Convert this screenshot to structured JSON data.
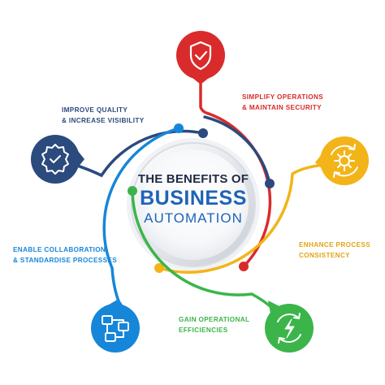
{
  "center": {
    "line1": "THE BENEFITS OF",
    "line2": "BUSINESS",
    "line3": "AUTOMATION"
  },
  "colors": {
    "red": "#d92b2b",
    "navy": "#2b4a7e",
    "yellow": "#f2b418",
    "blue": "#1686d9",
    "green": "#3bb54a",
    "title_dark": "#1f2a44",
    "title_blue": "#1f63b8"
  },
  "benefits": [
    {
      "id": "security",
      "icon": "shield-check-icon",
      "color": "red",
      "line1": "SIMPLIFY OPERATIONS",
      "line2": "& MAINTAIN SECURITY"
    },
    {
      "id": "quality",
      "icon": "quality-badge-icon",
      "color": "navy",
      "line1": "IMPROVE QUALITY",
      "line2": "& INCREASE VISIBILITY"
    },
    {
      "id": "consistency",
      "icon": "gear-cycle-icon",
      "color": "yellow",
      "line1": "ENHANCE PROCESS",
      "line2": "CONSISTENCY"
    },
    {
      "id": "collaboration",
      "icon": "workflow-network-icon",
      "color": "blue",
      "line1": "ENABLE COLLABORATION",
      "line2": "& STANDARDISE PROCESSES"
    },
    {
      "id": "efficiency",
      "icon": "energy-cycle-icon",
      "color": "green",
      "line1": "GAIN OPERATIONAL",
      "line2": "EFFICIENCIES"
    }
  ]
}
